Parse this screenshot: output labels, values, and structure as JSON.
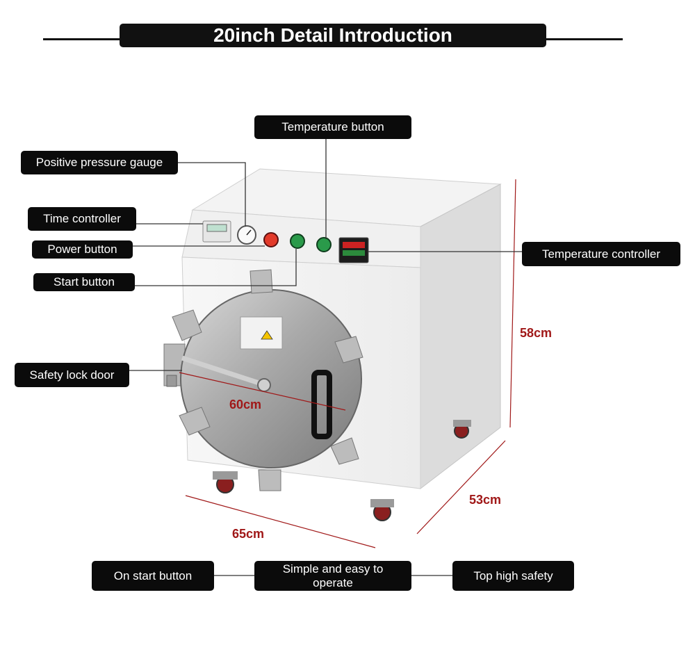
{
  "header": {
    "title": "20inch Detail Introduction"
  },
  "callouts": {
    "temperature_button": "Temperature button",
    "positive_pressure_gauge": "Positive pressure gauge",
    "time_controller": "Time controller",
    "power_button": "Power button",
    "start_button": "Start button",
    "temperature_controller": "Temperature controller",
    "safety_lock_door": "Safety lock door"
  },
  "dimensions": {
    "height": "58cm",
    "door_diameter": "60cm",
    "width": "65cm",
    "depth": "53cm"
  },
  "features": {
    "on_start_button": "On start button",
    "simple_easy": "Simple and easy to operate",
    "top_high_safety": "Top high safety"
  },
  "colors": {
    "label_bg": "#0b0b0b",
    "dimension": "#a01818",
    "power_button": "#e23a2a",
    "start_button": "#2a9a4a"
  }
}
